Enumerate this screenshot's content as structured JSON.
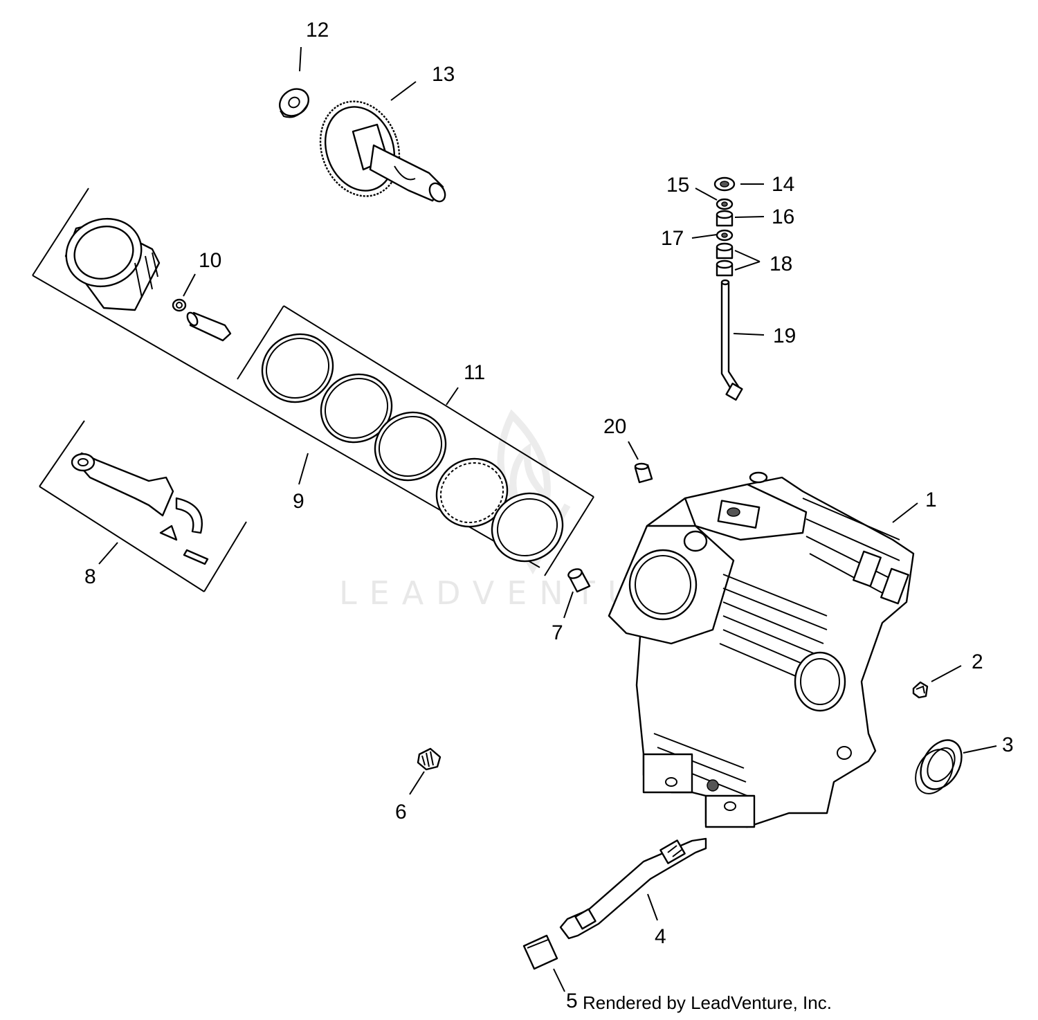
{
  "callouts": {
    "c1": "1",
    "c2": "2",
    "c3": "3",
    "c4": "4",
    "c5": "5",
    "c6": "6",
    "c7": "7",
    "c8": "8",
    "c9": "9",
    "c10": "10",
    "c11": "11",
    "c12": "12",
    "c13": "13",
    "c14": "14",
    "c15": "15",
    "c16": "16",
    "c17": "17",
    "c18": "18",
    "c19": "19",
    "c20": "20"
  },
  "credit": "Rendered by LeadVenture, Inc.",
  "watermark": "LEADVENTURE",
  "colors": {
    "line": "#000000",
    "background": "#ffffff",
    "watermark": "#e8e8e8"
  }
}
